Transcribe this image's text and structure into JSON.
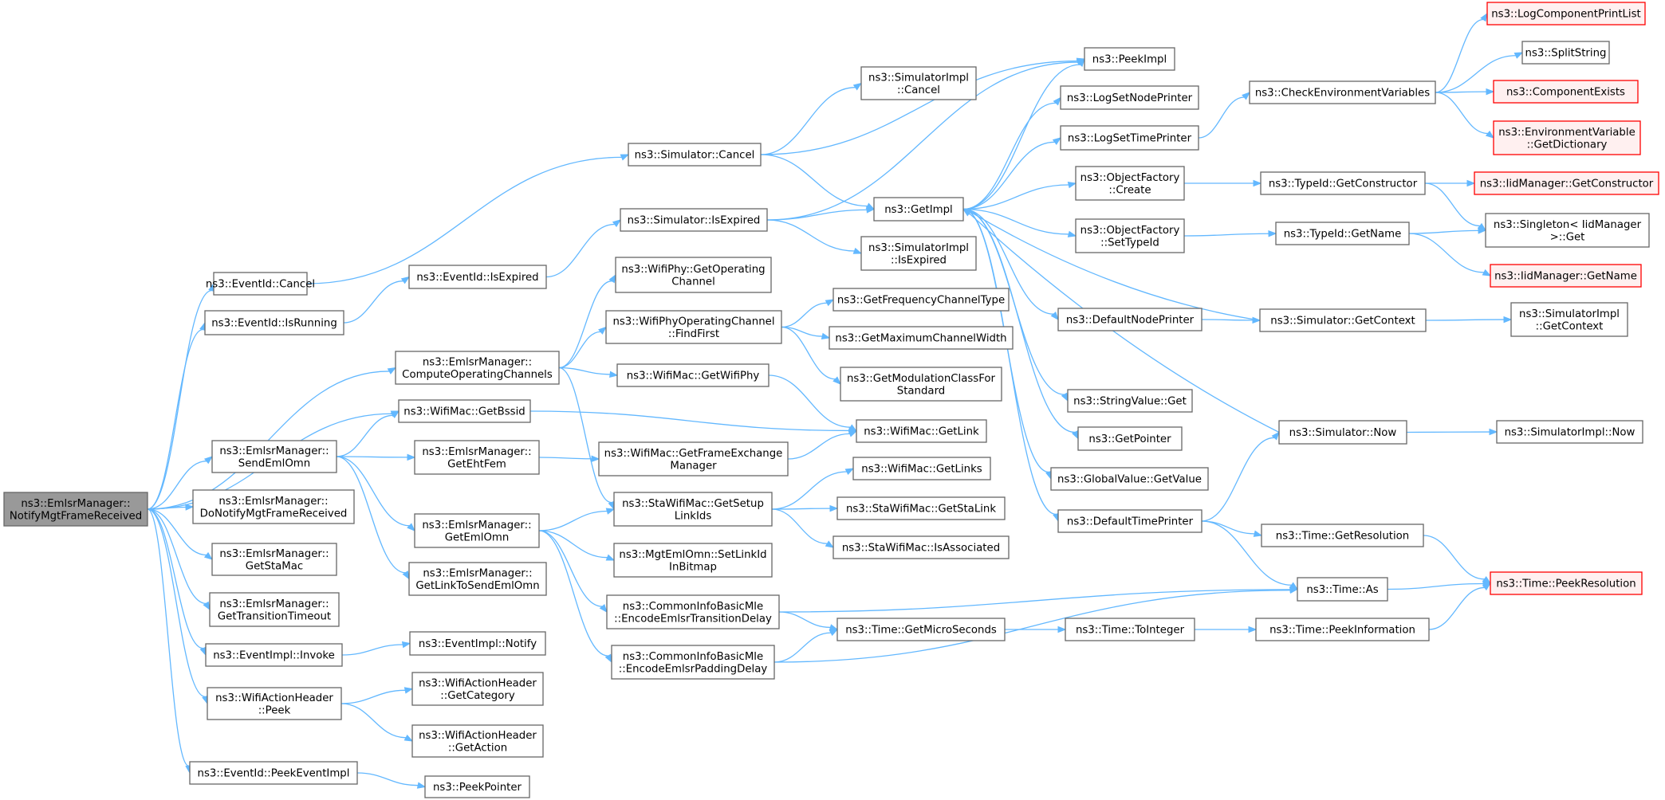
{
  "colors": {
    "edge": "#63b8ff",
    "node_border": "#666666",
    "root_fill": "#999999",
    "missing_border": "#ff0000",
    "missing_fill": "#fff0f0"
  },
  "nodes": [
    {
      "id": "root",
      "lines": [
        "ns3::EmlsrManager::",
        "NotifyMgtFrameReceived"
      ],
      "style": "root"
    },
    {
      "id": "evcancel",
      "lines": [
        "ns3::EventId::Cancel"
      ]
    },
    {
      "id": "evrunning",
      "lines": [
        "ns3::EventId::IsRunning"
      ]
    },
    {
      "id": "compop",
      "lines": [
        "ns3::EmlsrManager::",
        "ComputeOperatingChannels"
      ]
    },
    {
      "id": "getbssid",
      "lines": [
        "ns3::WifiMac::GetBssid"
      ]
    },
    {
      "id": "sendeml",
      "lines": [
        "ns3::EmlsrManager::",
        "SendEmlOmn"
      ]
    },
    {
      "id": "donotify",
      "lines": [
        "ns3::EmlsrManager::",
        "DoNotifyMgtFrameReceived"
      ]
    },
    {
      "id": "getstamac",
      "lines": [
        "ns3::EmlsrManager::",
        "GetStaMac"
      ]
    },
    {
      "id": "gettrans",
      "lines": [
        "ns3::EmlsrManager::",
        "GetTransitionTimeout"
      ]
    },
    {
      "id": "evinvoke",
      "lines": [
        "ns3::EventImpl::Invoke"
      ]
    },
    {
      "id": "wahpeek",
      "lines": [
        "ns3::WifiActionHeader",
        "::Peek"
      ]
    },
    {
      "id": "peekevimpl",
      "lines": [
        "ns3::EventId::PeekEventImpl"
      ]
    },
    {
      "id": "isexpired",
      "lines": [
        "ns3::EventId::IsExpired"
      ]
    },
    {
      "id": "getehtfem",
      "lines": [
        "ns3::EmlsrManager::",
        "GetEhtFem"
      ]
    },
    {
      "id": "getemlomn",
      "lines": [
        "ns3::EmlsrManager::",
        "GetEmlOmn"
      ]
    },
    {
      "id": "getlinktosend",
      "lines": [
        "ns3::EmlsrManager::",
        "GetLinkToSendEmlOmn"
      ]
    },
    {
      "id": "evnotify",
      "lines": [
        "ns3::EventImpl::Notify"
      ]
    },
    {
      "id": "wahcat",
      "lines": [
        "ns3::WifiActionHeader",
        "::GetCategory"
      ]
    },
    {
      "id": "wahaction",
      "lines": [
        "ns3::WifiActionHeader",
        "::GetAction"
      ]
    },
    {
      "id": "peekptr",
      "lines": [
        "ns3::PeekPointer"
      ]
    },
    {
      "id": "simcancel",
      "lines": [
        "ns3::Simulator::Cancel"
      ]
    },
    {
      "id": "simisexp",
      "lines": [
        "ns3::Simulator::IsExpired"
      ]
    },
    {
      "id": "getopch",
      "lines": [
        "ns3::WifiPhy::GetOperating",
        "Channel"
      ]
    },
    {
      "id": "findfirst",
      "lines": [
        "ns3::WifiPhyOperatingChannel",
        "::FindFirst"
      ]
    },
    {
      "id": "getwifiphy",
      "lines": [
        "ns3::WifiMac::GetWifiPhy"
      ]
    },
    {
      "id": "getfemgr",
      "lines": [
        "ns3::WifiMac::GetFrameExchange",
        "Manager"
      ]
    },
    {
      "id": "getsetup",
      "lines": [
        "ns3::StaWifiMac::GetSetup",
        "LinkIds"
      ]
    },
    {
      "id": "setlinkid",
      "lines": [
        "ns3::MgtEmlOmn::SetLinkId",
        "InBitmap"
      ]
    },
    {
      "id": "enctrans",
      "lines": [
        "ns3::CommonInfoBasicMle",
        "::EncodeEmlsrTransitionDelay"
      ]
    },
    {
      "id": "encpad",
      "lines": [
        "ns3::CommonInfoBasicMle",
        "::EncodeEmlsrPaddingDelay"
      ]
    },
    {
      "id": "simimplcancel",
      "lines": [
        "ns3::SimulatorImpl",
        "::Cancel"
      ]
    },
    {
      "id": "getimpl",
      "lines": [
        "ns3::GetImpl"
      ]
    },
    {
      "id": "simimplisexp",
      "lines": [
        "ns3::SimulatorImpl",
        "::IsExpired"
      ]
    },
    {
      "id": "getfreqtype",
      "lines": [
        "ns3::GetFrequencyChannelType"
      ]
    },
    {
      "id": "getmaxcw",
      "lines": [
        "ns3::GetMaximumChannelWidth"
      ]
    },
    {
      "id": "getmodclass",
      "lines": [
        "ns3::GetModulationClassFor",
        "Standard"
      ]
    },
    {
      "id": "getlink",
      "lines": [
        "ns3::WifiMac::GetLink"
      ]
    },
    {
      "id": "getlinks",
      "lines": [
        "ns3::WifiMac::GetLinks"
      ]
    },
    {
      "id": "getstalink",
      "lines": [
        "ns3::StaWifiMac::GetStaLink"
      ]
    },
    {
      "id": "isassoc",
      "lines": [
        "ns3::StaWifiMac::IsAssociated"
      ]
    },
    {
      "id": "getmicro",
      "lines": [
        "ns3::Time::GetMicroSeconds"
      ]
    },
    {
      "id": "peekimpl",
      "lines": [
        "ns3::PeekImpl"
      ]
    },
    {
      "id": "logsetnode",
      "lines": [
        "ns3::LogSetNodePrinter"
      ]
    },
    {
      "id": "logsettime",
      "lines": [
        "ns3::LogSetTimePrinter"
      ]
    },
    {
      "id": "ofcreate",
      "lines": [
        "ns3::ObjectFactory",
        "::Create"
      ]
    },
    {
      "id": "ofsettype",
      "lines": [
        "ns3::ObjectFactory",
        "::SetTypeId"
      ]
    },
    {
      "id": "defnodeprinter",
      "lines": [
        "ns3::DefaultNodePrinter"
      ]
    },
    {
      "id": "strvalget",
      "lines": [
        "ns3::StringValue::Get"
      ]
    },
    {
      "id": "getpointer",
      "lines": [
        "ns3::GetPointer"
      ]
    },
    {
      "id": "gvgetvalue",
      "lines": [
        "ns3::GlobalValue::GetValue"
      ]
    },
    {
      "id": "deftimeprinter",
      "lines": [
        "ns3::DefaultTimePrinter"
      ]
    },
    {
      "id": "tointeger",
      "lines": [
        "ns3::Time::ToInteger"
      ]
    },
    {
      "id": "checkenv",
      "lines": [
        "ns3::CheckEnvironmentVariables"
      ]
    },
    {
      "id": "tgetctor",
      "lines": [
        "ns3::TypeId::GetConstructor"
      ]
    },
    {
      "id": "tgetname",
      "lines": [
        "ns3::TypeId::GetName"
      ]
    },
    {
      "id": "simgetctx",
      "lines": [
        "ns3::Simulator::GetContext"
      ]
    },
    {
      "id": "simnow",
      "lines": [
        "ns3::Simulator::Now"
      ]
    },
    {
      "id": "tgetres",
      "lines": [
        "ns3::Time::GetResolution"
      ]
    },
    {
      "id": "tas",
      "lines": [
        "ns3::Time::As"
      ]
    },
    {
      "id": "tpeekinfo",
      "lines": [
        "ns3::Time::PeekInformation"
      ]
    },
    {
      "id": "logcplist",
      "lines": [
        "ns3::LogComponentPrintList"
      ],
      "style": "red"
    },
    {
      "id": "splitstr",
      "lines": [
        "ns3::SplitString"
      ]
    },
    {
      "id": "compexists",
      "lines": [
        "ns3::ComponentExists"
      ],
      "style": "red"
    },
    {
      "id": "envgetdict",
      "lines": [
        "ns3::EnvironmentVariable",
        "::GetDictionary"
      ],
      "style": "red"
    },
    {
      "id": "iidgetctor",
      "lines": [
        "ns3::IidManager::GetConstructor"
      ],
      "style": "red"
    },
    {
      "id": "singletonget",
      "lines": [
        "ns3::Singleton< IidManager",
        ">::Get"
      ]
    },
    {
      "id": "iidgetname",
      "lines": [
        "ns3::IidManager::GetName"
      ],
      "style": "red"
    },
    {
      "id": "simimplgetctx",
      "lines": [
        "ns3::SimulatorImpl",
        "::GetContext"
      ]
    },
    {
      "id": "simimplnow",
      "lines": [
        "ns3::SimulatorImpl::Now"
      ]
    },
    {
      "id": "tpeekres",
      "lines": [
        "ns3::Time::PeekResolution"
      ],
      "style": "red"
    }
  ],
  "edges": [
    [
      "root",
      "evcancel"
    ],
    [
      "root",
      "evrunning"
    ],
    [
      "root",
      "compop"
    ],
    [
      "root",
      "getbssid"
    ],
    [
      "root",
      "sendeml"
    ],
    [
      "root",
      "donotify"
    ],
    [
      "root",
      "getstamac"
    ],
    [
      "root",
      "gettrans"
    ],
    [
      "root",
      "evinvoke"
    ],
    [
      "root",
      "wahpeek"
    ],
    [
      "root",
      "peekevimpl"
    ],
    [
      "evcancel",
      "simcancel"
    ],
    [
      "evrunning",
      "isexpired"
    ],
    [
      "isexpired",
      "simisexp"
    ],
    [
      "simcancel",
      "simimplcancel"
    ],
    [
      "simcancel",
      "getimpl"
    ],
    [
      "simcancel",
      "peekimpl"
    ],
    [
      "simisexp",
      "getimpl"
    ],
    [
      "simisexp",
      "simimplisexp"
    ],
    [
      "simisexp",
      "peekimpl"
    ],
    [
      "compop",
      "getopch"
    ],
    [
      "compop",
      "findfirst"
    ],
    [
      "compop",
      "getwifiphy"
    ],
    [
      "compop",
      "getsetup"
    ],
    [
      "findfirst",
      "getfreqtype"
    ],
    [
      "findfirst",
      "getmaxcw"
    ],
    [
      "findfirst",
      "getmodclass"
    ],
    [
      "getwifiphy",
      "getlink"
    ],
    [
      "getbssid",
      "getlink"
    ],
    [
      "sendeml",
      "getbssid"
    ],
    [
      "sendeml",
      "getehtfem"
    ],
    [
      "sendeml",
      "getemlomn"
    ],
    [
      "sendeml",
      "getlinktosend"
    ],
    [
      "getehtfem",
      "getfemgr"
    ],
    [
      "getfemgr",
      "getlink"
    ],
    [
      "getemlomn",
      "getsetup"
    ],
    [
      "getemlomn",
      "setlinkid"
    ],
    [
      "getemlomn",
      "enctrans"
    ],
    [
      "getemlomn",
      "encpad"
    ],
    [
      "getsetup",
      "getlinks"
    ],
    [
      "getsetup",
      "getstalink"
    ],
    [
      "getsetup",
      "isassoc"
    ],
    [
      "enctrans",
      "getmicro"
    ],
    [
      "enctrans",
      "tas"
    ],
    [
      "encpad",
      "getmicro"
    ],
    [
      "encpad",
      "tas"
    ],
    [
      "getmicro",
      "tointeger"
    ],
    [
      "tointeger",
      "tpeekinfo"
    ],
    [
      "tpeekinfo",
      "tpeekres"
    ],
    [
      "evinvoke",
      "evnotify"
    ],
    [
      "wahpeek",
      "wahcat"
    ],
    [
      "wahpeek",
      "wahaction"
    ],
    [
      "peekevimpl",
      "peekptr"
    ],
    [
      "getimpl",
      "peekimpl"
    ],
    [
      "getimpl",
      "logsetnode"
    ],
    [
      "getimpl",
      "logsettime"
    ],
    [
      "getimpl",
      "ofcreate"
    ],
    [
      "getimpl",
      "ofsettype"
    ],
    [
      "getimpl",
      "defnodeprinter"
    ],
    [
      "getimpl",
      "strvalget"
    ],
    [
      "getimpl",
      "getpointer"
    ],
    [
      "getimpl",
      "gvgetvalue"
    ],
    [
      "getimpl",
      "deftimeprinter"
    ],
    [
      "logsettime",
      "checkenv"
    ],
    [
      "checkenv",
      "logcplist"
    ],
    [
      "checkenv",
      "splitstr"
    ],
    [
      "checkenv",
      "compexists"
    ],
    [
      "checkenv",
      "envgetdict"
    ],
    [
      "ofcreate",
      "tgetctor"
    ],
    [
      "tgetctor",
      "iidgetctor"
    ],
    [
      "tgetctor",
      "singletonget"
    ],
    [
      "ofsettype",
      "tgetname"
    ],
    [
      "tgetname",
      "singletonget"
    ],
    [
      "tgetname",
      "iidgetname"
    ],
    [
      "defnodeprinter",
      "simgetctx"
    ],
    [
      "simgetctx",
      "getimpl"
    ],
    [
      "simgetctx",
      "simimplgetctx"
    ],
    [
      "deftimeprinter",
      "simnow"
    ],
    [
      "deftimeprinter",
      "tgetres"
    ],
    [
      "deftimeprinter",
      "tas"
    ],
    [
      "simnow",
      "getimpl"
    ],
    [
      "simnow",
      "simimplnow"
    ],
    [
      "tgetres",
      "tpeekres"
    ],
    [
      "tas",
      "tpeekres"
    ]
  ]
}
